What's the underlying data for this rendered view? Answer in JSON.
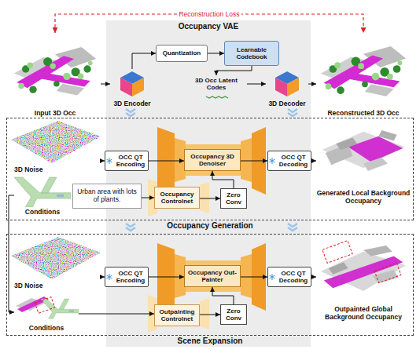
{
  "diagram": {
    "nodes": [
      {
        "text": [
          "Input 3D Occ"
        ]
      },
      {
        "text": [
          "3D Encoder"
        ]
      },
      {
        "text": [
          "Quantization"
        ]
      },
      {
        "text": [
          "Learnable Codebook"
        ]
      },
      {
        "text": [
          "3D Occ Latent Codes"
        ]
      },
      {
        "text": [
          "3D Decoder"
        ]
      },
      {
        "text": [
          "Reconstructed 3D Occ"
        ]
      },
      {
        "text": [
          "Occupancy Generation"
        ]
      },
      {
        "text": [
          "3D Noise"
        ],
        "in": 7
      },
      {
        "text": [
          "Conditions"
        ],
        "in": 7
      },
      {
        "text": [
          "OCC QT Encoding"
        ],
        "in": 7
      },
      {
        "text": [
          "Occupancy 3D Denoiser"
        ],
        "in": 7
      },
      {
        "text": [
          "OCC QT Decoding"
        ],
        "in": 7
      },
      {
        "text": [
          "Generated Local Background Occupancy"
        ],
        "in": 7
      },
      {
        "text": [
          "Urban area with lots of plants."
        ],
        "in": 7
      },
      {
        "text": [
          "Occupancy Controlnet"
        ],
        "in": 7
      },
      {
        "text": [
          "Zero Conv"
        ],
        "in": 7
      },
      {
        "text": [
          "Scene Expansion"
        ]
      },
      {
        "text": [
          "3D Noise"
        ],
        "in": 17
      },
      {
        "text": [
          "Conditions"
        ],
        "in": 17
      },
      {
        "text": [
          "OCC QT Encoding"
        ],
        "in": 17
      },
      {
        "text": [
          "Occupancy Out-Painter"
        ],
        "in": 17
      },
      {
        "text": [
          "OCC QT Decoding"
        ],
        "in": 17
      },
      {
        "text": [
          "Outpainted Global Background Occupancy"
        ],
        "in": 17
      },
      {
        "text": [
          "Outpainting Controlnet"
        ],
        "in": 17
      },
      {
        "text": [
          "Zero Conv"
        ],
        "in": 17
      }
    ],
    "edges": [
      {
        "from": 0,
        "to": 1,
        "arrow": "to"
      },
      {
        "from": 1,
        "to": 2,
        "arrow": "to"
      },
      {
        "from": 2,
        "to": 3,
        "arrow": "to"
      },
      {
        "from": 3,
        "to": 4,
        "arrow": "to"
      },
      {
        "from": 4,
        "to": 5,
        "arrow": "to"
      },
      {
        "from": 5,
        "to": 6,
        "arrow": "to"
      },
      {
        "from": 0,
        "to": 6,
        "label": "Reconstruction Loss",
        "arrow": "both"
      },
      {
        "from": 8,
        "to": 10,
        "arrow": "to"
      },
      {
        "from": 10,
        "to": 11,
        "arrow": "to"
      },
      {
        "from": 11,
        "to": 12,
        "arrow": "to"
      },
      {
        "from": 12,
        "to": 13,
        "arrow": "to"
      },
      {
        "from": 14,
        "to": 15,
        "arrow": "to"
      },
      {
        "from": 15,
        "to": 16,
        "arrow": "to"
      },
      {
        "from": 16,
        "to": 11,
        "arrow": "to"
      },
      {
        "from": 9,
        "to": 19,
        "arrow": "to"
      },
      {
        "from": 18,
        "to": 20,
        "arrow": "to"
      },
      {
        "from": 20,
        "to": 21,
        "arrow": "to"
      },
      {
        "from": 21,
        "to": 22,
        "arrow": "to"
      },
      {
        "from": 22,
        "to": 23,
        "arrow": "to"
      },
      {
        "from": 19,
        "to": 24,
        "arrow": "to"
      },
      {
        "from": 24,
        "to": 25,
        "arrow": "to"
      },
      {
        "from": 25,
        "to": 21,
        "arrow": "to"
      }
    ],
    "labels": [
      "Occupancy VAE"
    ]
  }
}
